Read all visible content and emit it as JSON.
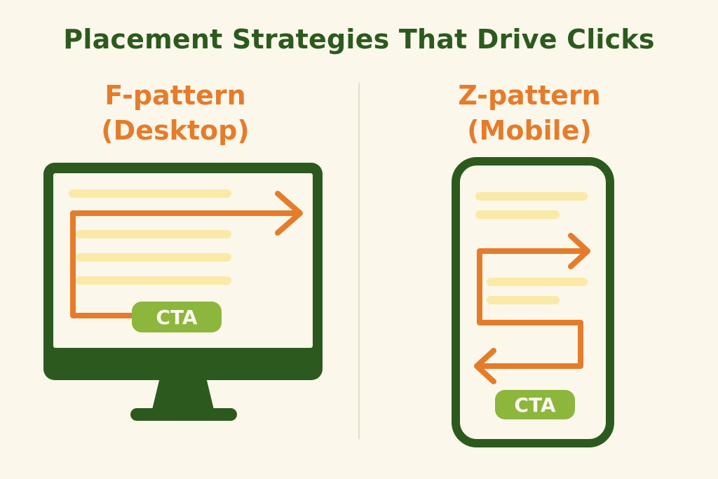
{
  "title": "Placement Strategies That Drive Clicks",
  "left_panel": {
    "heading_line1": "F-pattern",
    "heading_line2": "(Desktop)",
    "device": "desktop-monitor",
    "cta_label": "CTA"
  },
  "right_panel": {
    "heading_line1": "Z-pattern",
    "heading_line2": "(Mobile)",
    "device": "smartphone",
    "cta_label": "CTA"
  },
  "colors": {
    "background": "#fbf7ea",
    "dark_green": "#2c5a1e",
    "orange": "#e57c2b",
    "text_line": "#fbe9a8",
    "cta_green": "#8cb63c"
  }
}
